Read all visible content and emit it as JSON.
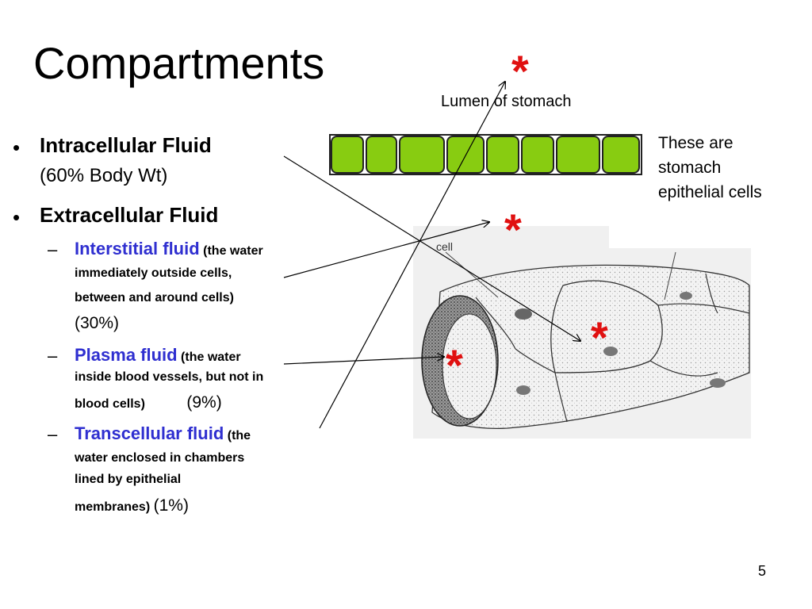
{
  "slide": {
    "title": "Compartments",
    "page_number": "5"
  },
  "bullets": {
    "b1_title": "Intracellular Fluid",
    "b1_sub": "(60% Body Wt)",
    "b2_title": "Extracellular Fluid",
    "interstitial": {
      "head": "Interstitial fluid",
      "line1": "(the water",
      "line2": "immediately outside cells,",
      "line3": "between and around cells)",
      "pct": "(30%)"
    },
    "plasma": {
      "head": "Plasma fluid",
      "line1": "(the water",
      "line2": "inside blood vessels, but not in",
      "line3": "blood cells)",
      "pct": "(9%)"
    },
    "transcellular": {
      "head": "Transcellular fluid",
      "line1": "(the",
      "line2": "water enclosed in chambers",
      "line3": "lined by epithelial",
      "line4": "membranes)",
      "pct": "(1%)"
    }
  },
  "diagram": {
    "lumen_label": "Lumen of stomach",
    "side_note": [
      "These are",
      "stomach",
      "epithelial cells"
    ],
    "cell_label": "cell",
    "star": "*",
    "cell_color": "#88cc11",
    "star_color": "#e01010",
    "heading_color": "#2f2fd0"
  }
}
